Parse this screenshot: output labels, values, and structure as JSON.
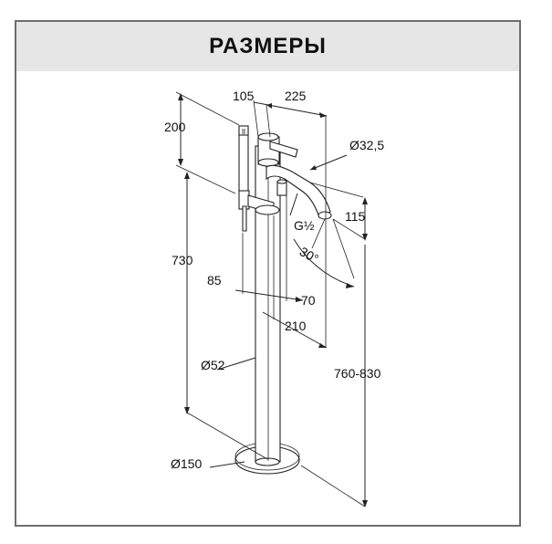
{
  "header": {
    "title": "РАЗМЕРЫ"
  },
  "dimensions": {
    "d200": "200",
    "d105": "105",
    "d225": "225",
    "d32_5": "Ø32,5",
    "dG": "G½",
    "d115": "115",
    "d30": "30°",
    "d730": "730",
    "d85": "85",
    "d70": "70",
    "d210": "210",
    "d52": "Ø52",
    "d760_830": "760-830",
    "d150": "Ø150"
  },
  "colors": {
    "frame": "#6e6e6e",
    "header_bg": "#e6e6e6",
    "line": "#222222"
  }
}
